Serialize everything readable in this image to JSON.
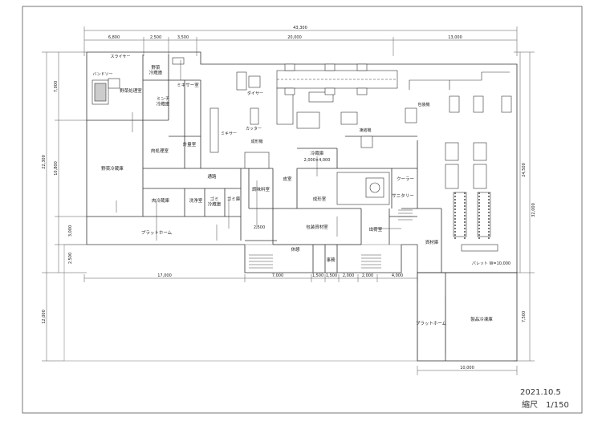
{
  "dimensions": {
    "top_total": "43,300",
    "top_segments": [
      "6,800",
      "2,500",
      "3,500",
      "20,000",
      "13,000"
    ],
    "left_outer": [
      "22,300",
      "12,000"
    ],
    "left_inner": [
      "7,000",
      "10,800",
      "3,000",
      "2,500"
    ],
    "right_mid": "24,500",
    "right_outer": "32,000",
    "right_lower": "7,500",
    "bottom_segments": [
      "17,000",
      "7,000",
      "1,500",
      "1,500",
      "2,000",
      "2,000",
      "4,000"
    ],
    "annex_bottom": "10,000",
    "misc_small": "2,500",
    "cold_room_size": "2,000×4,000",
    "pallet_note": "パレット W=10,000"
  },
  "rooms": {
    "vegetable_processing": "野菜処理室",
    "vegetable_storage": "野菜\n冷蔵庫",
    "mixer_room": "ミキサー室",
    "mince_storage": "ミンチ\n冷蔵庫",
    "vegetable_cold": "野菜冷蔵庫",
    "meat_processing": "肉処理室",
    "measuring_room": "計量室",
    "meat_storage": "肉冷蔵庫",
    "passage": "通路",
    "garbage_cold": "ゴミ\n冷蔵庫",
    "garbage_store": "ゴミ庫",
    "wash_room": "洗浄室",
    "dumpling_room": "皮室",
    "ingredient_room": "調味料室",
    "cold_storage": "冷蔵庫",
    "forming_room": "成形室",
    "cooler": "クーラー",
    "sanitary": "サニタリー",
    "platform": "プラットホーム",
    "packaging_room": "包装資材室",
    "shipping_room": "出荷室",
    "rest_room": "休憩",
    "office": "事務",
    "material_storage": "資材庫",
    "platform_annex": "プラットホーム",
    "frozen_storage": "製品冷凍庫"
  },
  "equipment": {
    "bandsaw": "バンドソー",
    "slicer": "スライサー",
    "dicer": "ダイサー",
    "bowl_cutter": "カッター",
    "mixer": "ミキサー",
    "former": "成形機",
    "packer": "包装機",
    "freezer": "凍結機"
  },
  "stamp": {
    "date": "2021.10.5",
    "scale": "縮尺　1/150"
  }
}
